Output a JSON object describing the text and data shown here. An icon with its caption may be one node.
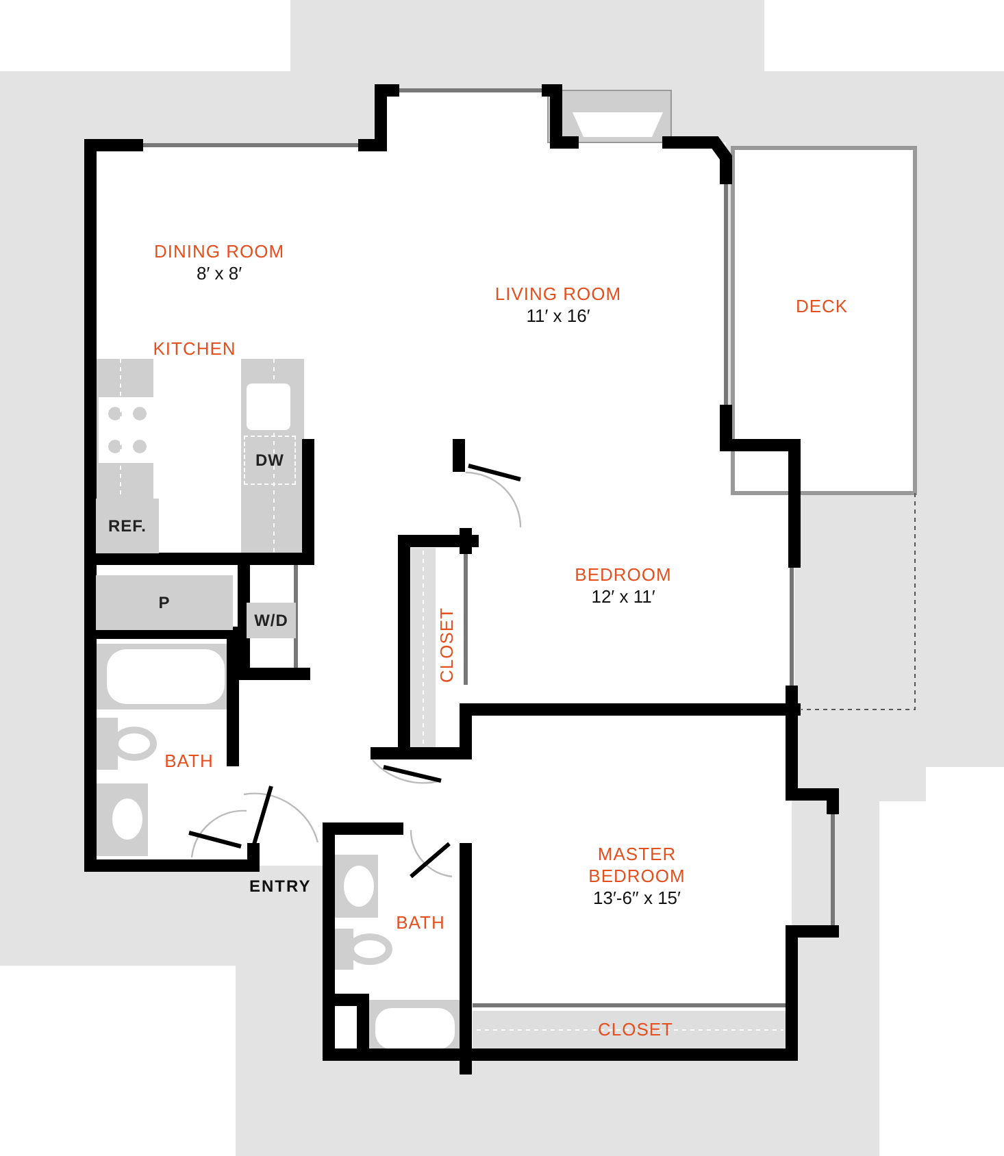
{
  "diagram": {
    "nodes": [
      {
        "text": [
          "DINING ROOM",
          "8′ x 8′"
        ]
      },
      {
        "text": [
          "LIVING ROOM",
          "11′ x 16′"
        ]
      },
      {
        "text": [
          "DECK"
        ]
      },
      {
        "text": [
          "KITCHEN"
        ]
      },
      {
        "text": [
          "REF."
        ]
      },
      {
        "text": [
          "DW"
        ]
      },
      {
        "text": [
          "P"
        ]
      },
      {
        "text": [
          "W/D"
        ]
      },
      {
        "text": [
          "BEDROOM",
          "12′ x 11′"
        ]
      },
      {
        "text": [
          "CLOSET"
        ]
      },
      {
        "text": [
          "BATH"
        ]
      },
      {
        "text": [
          "MASTER BEDROOM",
          "13′-6′′ x 15′"
        ]
      },
      {
        "text": [
          "BATH"
        ]
      },
      {
        "text": [
          "CLOSET"
        ]
      }
    ],
    "labels": [
      "ENTRY"
    ]
  }
}
